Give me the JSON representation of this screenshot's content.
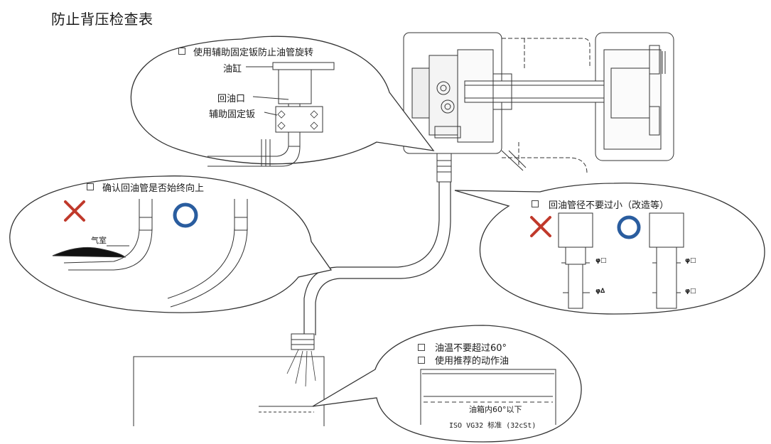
{
  "title": "防止背压检查表",
  "top_callout": {
    "check": "使用辅助固定钣防止油管旋转",
    "labels": {
      "cylinder": "油缸",
      "return_port": "回油口",
      "fixing_plate": "辅助固定钣"
    }
  },
  "left_callout": {
    "check": "确认回油管是否始终向上",
    "air_pocket": "气室",
    "wrong_icon": "cross-mark",
    "right_icon": "circle-mark"
  },
  "right_callout": {
    "check": "回油管径不要过小（改造等）",
    "dim_wrong_top": "φ□",
    "dim_wrong_bottom": "φ∆",
    "dim_ok_top": "φ□",
    "dim_ok_bottom": "φ□",
    "wrong_icon": "cross-mark",
    "right_icon": "circle-mark"
  },
  "bottom_callout": {
    "check_1": "油温不要超过60°",
    "check_2": "使用推荐的动作油",
    "tank_label": "油箱内60°以下",
    "oil_spec": "ISO VG32 标准 (32cSt)"
  },
  "colors": {
    "cross": "#c0392b",
    "circle": "#2a5d9f",
    "line": "#333333"
  }
}
